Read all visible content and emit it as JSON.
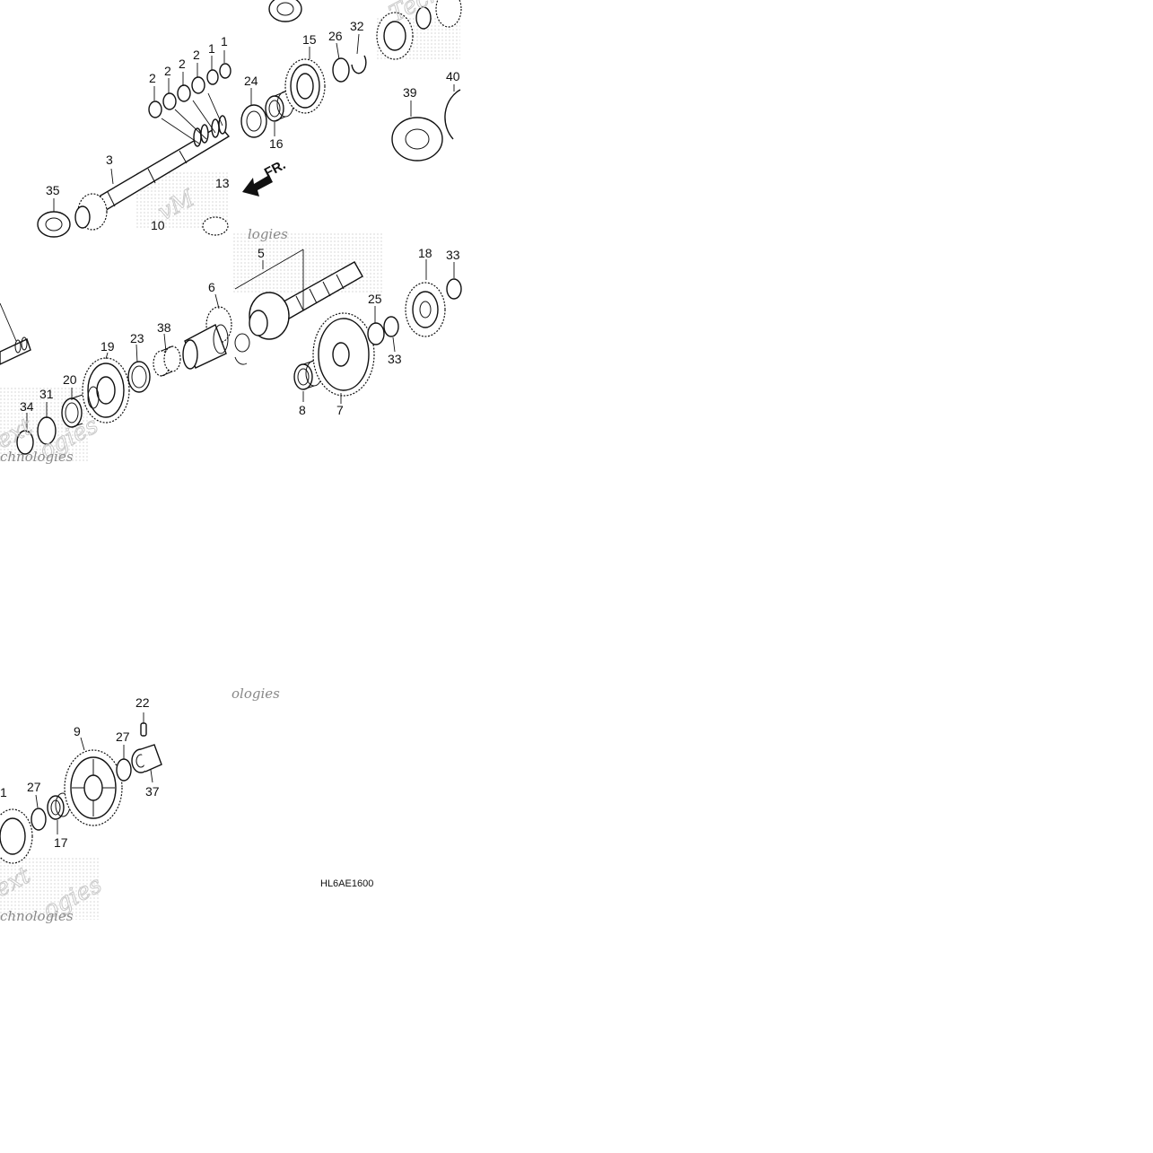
{
  "diagram": {
    "code": "HL6AE1600",
    "orientation_label": "FR.",
    "callouts": {
      "c1a": "1",
      "c1b": "1",
      "c1c": "1",
      "c2a": "2",
      "c2b": "2",
      "c2c": "2",
      "c2d": "2",
      "c3": "3",
      "c5": "5",
      "c6": "6",
      "c7": "7",
      "c8": "8",
      "c9": "9",
      "c10": "10",
      "c13": "13",
      "c15": "15",
      "c16": "16",
      "c17": "17",
      "c18": "18",
      "c19": "19",
      "c20": "20",
      "c22": "22",
      "c23": "23",
      "c24": "24",
      "c25": "25",
      "c26": "26",
      "c27a": "27",
      "c27b": "27",
      "c31": "31",
      "c32": "32",
      "c33a": "33",
      "c33b": "33",
      "c34": "34",
      "c35": "35",
      "c37": "37",
      "c38": "38",
      "c39": "39",
      "c40": "40"
    },
    "watermark_text": {
      "w1": "Tech",
      "w2": "vM",
      "w3": "logies",
      "w4": "ext",
      "w5": "ogies",
      "w6": "chnologies",
      "w7": "ologies",
      "w8": "ext",
      "w9": "ogies",
      "w10": "chnologies"
    }
  }
}
